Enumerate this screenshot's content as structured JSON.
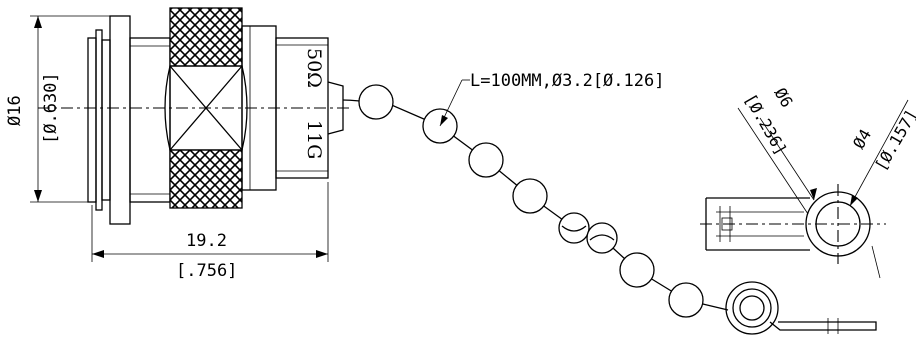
{
  "dimensions": {
    "diameter_mm": "Ø16",
    "diameter_in": "[Ø.630]",
    "length_mm": "19.2",
    "length_in": "[.756]",
    "chain": "L=100MM,Ø3.2[Ø.126]",
    "ring_outer_mm": "Ø6",
    "ring_outer_in": "[Ø.236]",
    "ring_inner_mm": "Ø4",
    "ring_inner_in": "[Ø.157]"
  },
  "cap_marking": {
    "impedance": "50Ω",
    "code": "11G"
  }
}
